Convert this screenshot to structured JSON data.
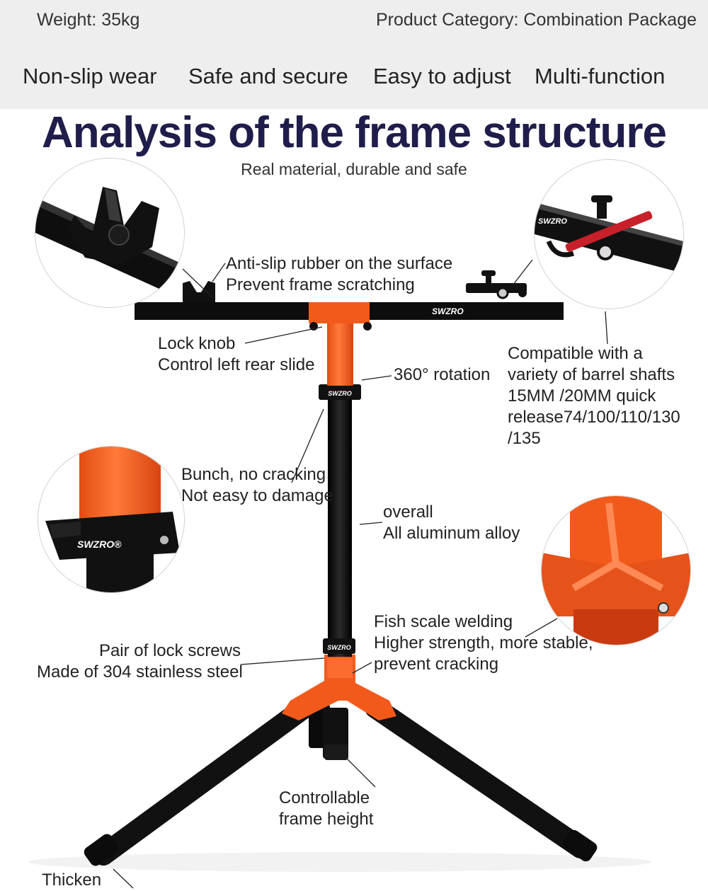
{
  "header": {
    "weight": "Weight: 35kg",
    "category": "Product Category: Combination Package"
  },
  "features": [
    "Non-slip wear",
    "Safe and secure",
    "Easy to adjust",
    "Multi-function"
  ],
  "title": "Analysis of the frame structure",
  "subtitle": "Real material, durable and safe",
  "annotations": {
    "anti_slip": [
      "Anti-slip rubber on the surface",
      "Prevent frame scratching"
    ],
    "lock_knob": [
      "Lock knob",
      "Control left rear slide"
    ],
    "rotation": "360° rotation",
    "compatible": [
      "Compatible with a",
      "variety of barrel shafts",
      "15MM /20MM quick",
      "release74/100/110/130",
      "/135"
    ],
    "bunch": [
      "Bunch, no cracking",
      "Not easy to damage"
    ],
    "overall": [
      "overall",
      "All aluminum alloy"
    ],
    "fish_scale": [
      "Fish scale welding",
      "Higher strength, more stable,",
      "prevent cracking"
    ],
    "lock_screws": [
      "Pair of lock screws",
      "Made of 304 stainless steel"
    ],
    "height": [
      "Controllable",
      "frame height"
    ],
    "thicken": "Thicken"
  },
  "brand": {
    "logo_text": "SWZRO",
    "logo_registered": "SWZRO®"
  },
  "colors": {
    "accent": "#f25a1c",
    "frame": "#111111",
    "title": "#1f1d4a",
    "band": "#eeeeee"
  }
}
